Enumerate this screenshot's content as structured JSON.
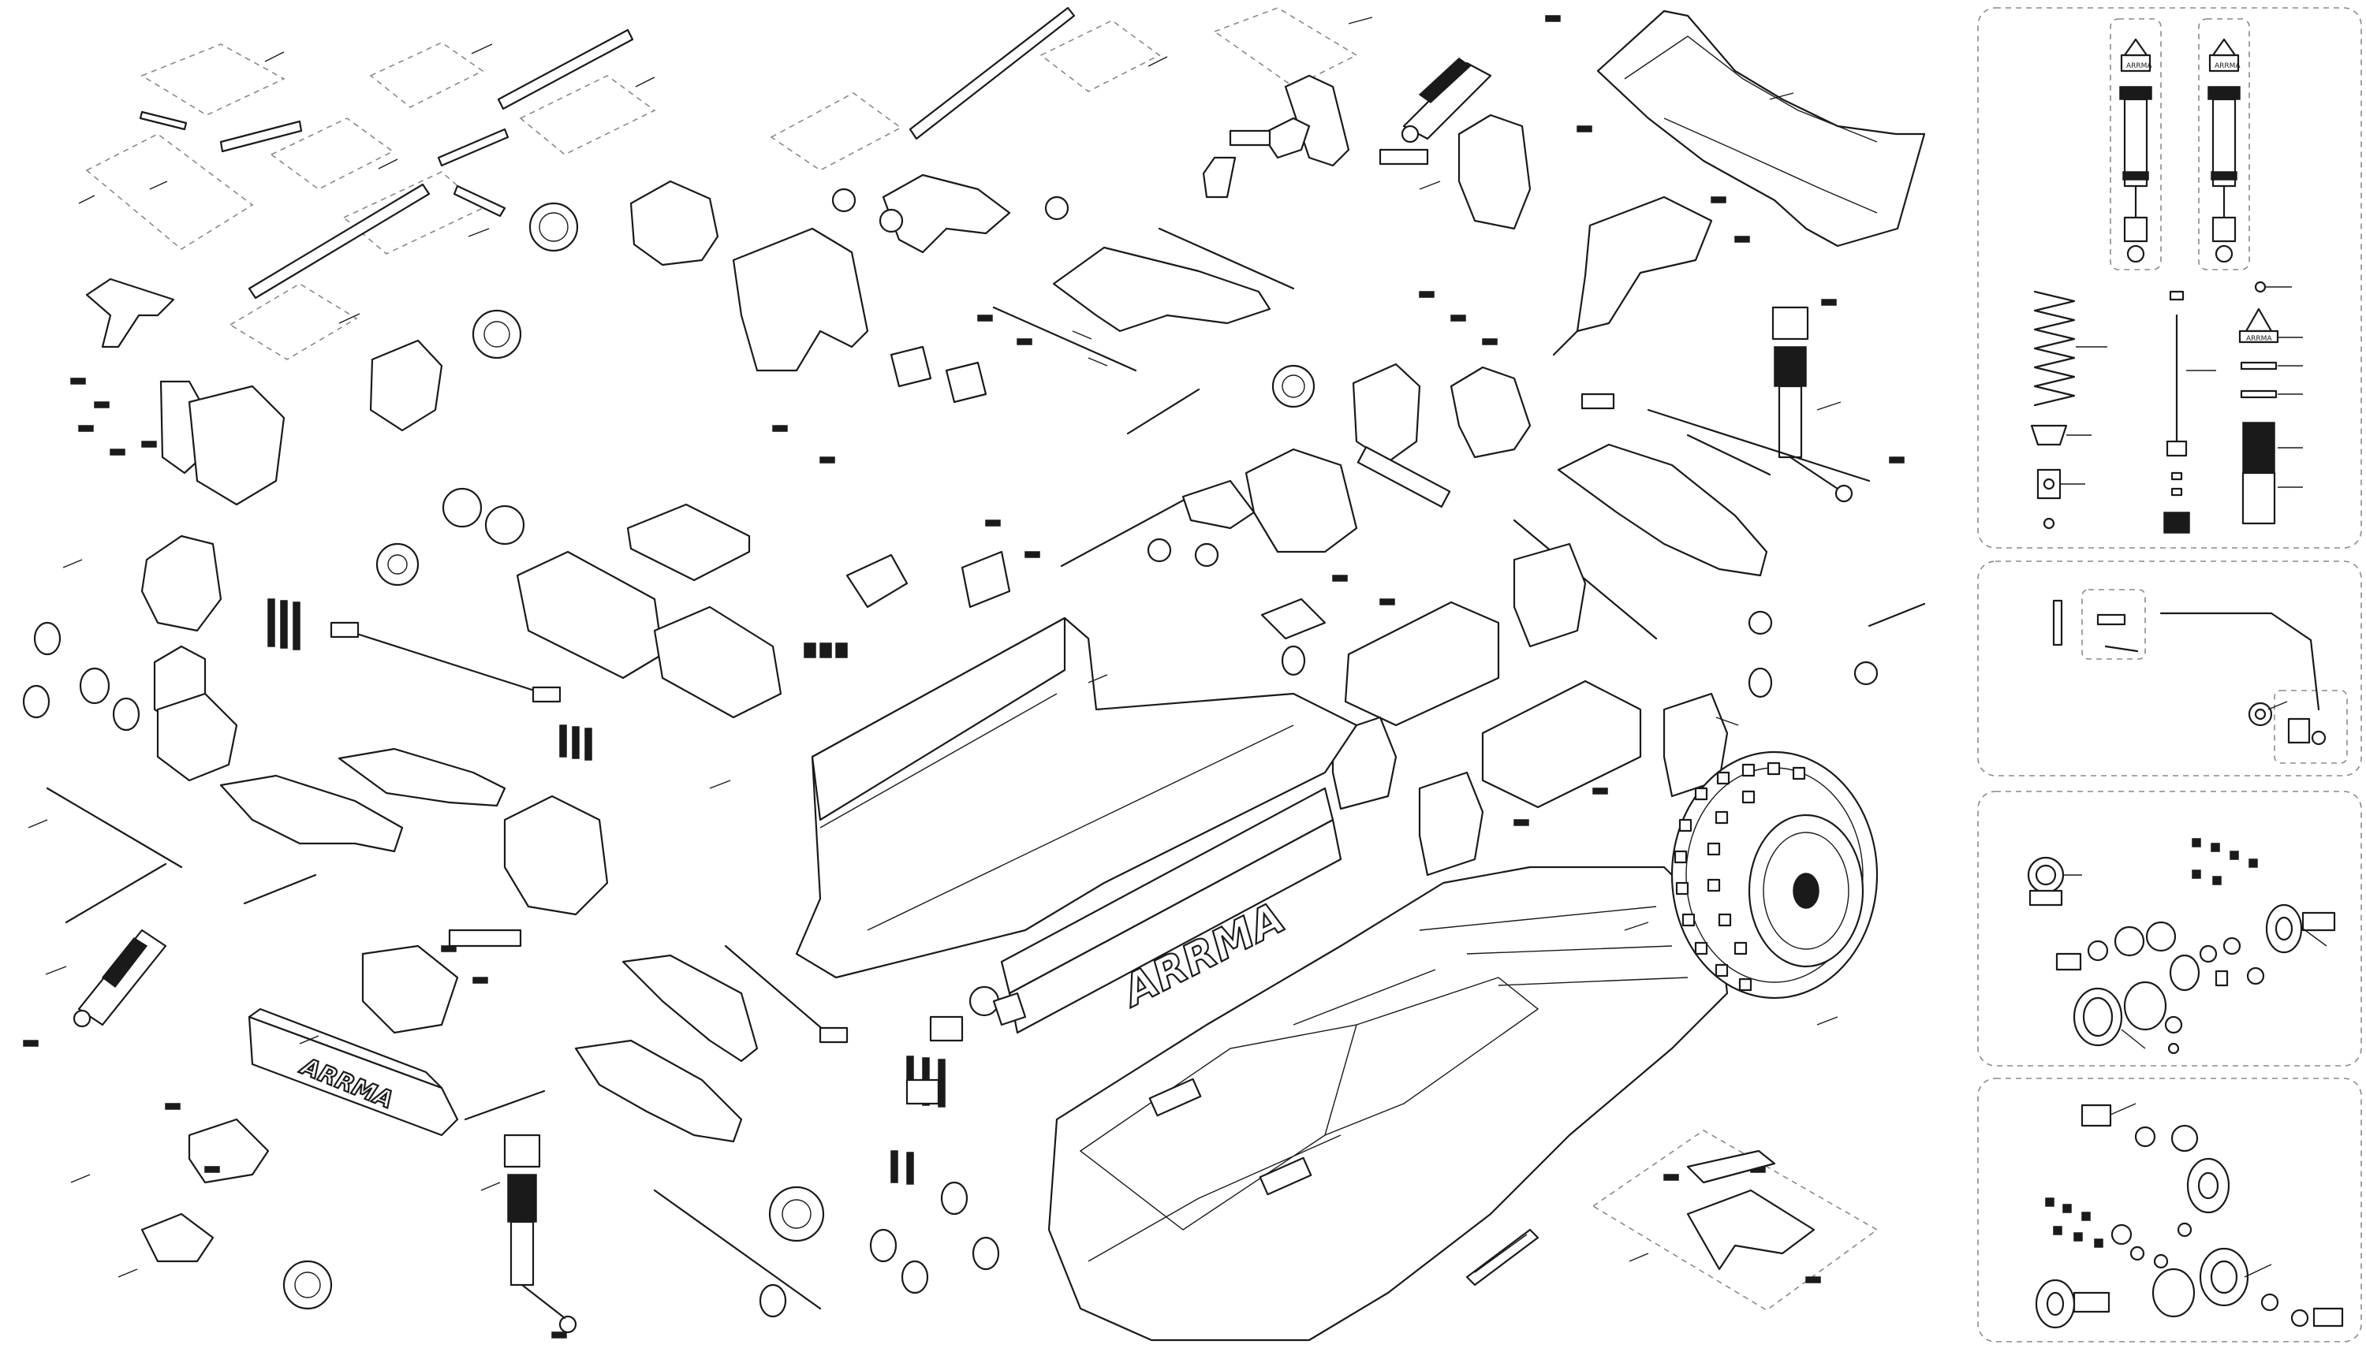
{
  "diagram": {
    "brand_marks": {
      "chassis_side_guard": "ARRMA",
      "front_bumper": "ARRMA",
      "shock_caps": "ARRMA"
    },
    "detail_panels": [
      "shock-detail",
      "steering-linkage-detail",
      "front-differential-detail",
      "rear-differential-detail"
    ],
    "colors": {
      "line": "#1a1a1a",
      "background": "#ffffff",
      "panel_border": "#8a8a8a"
    }
  }
}
